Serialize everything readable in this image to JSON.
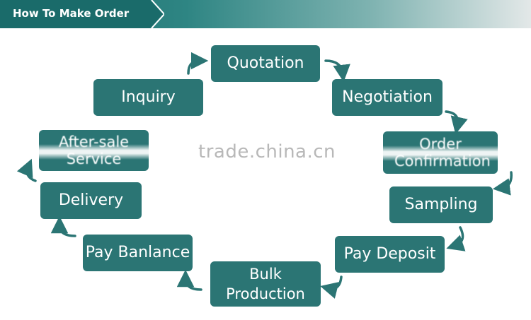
{
  "header": {
    "title": "How To Make Order"
  },
  "watermark": "trade.china.cn",
  "steps": [
    {
      "label": "Quotation"
    },
    {
      "label": "Negotiation"
    },
    {
      "label": "Order Confirmation"
    },
    {
      "label": "Sampling"
    },
    {
      "label": "Pay Deposit"
    },
    {
      "label": "Bulk Production"
    },
    {
      "label": "Pay Banlance"
    },
    {
      "label": "Delivery"
    },
    {
      "label": "After-sale Service"
    },
    {
      "label": "Inquiry"
    }
  ],
  "colors": {
    "box": "#2b7574",
    "header": "#1a6b6a",
    "arrow": "#2b7574"
  },
  "icons": {
    "arrow": "curved-arrow-icon"
  }
}
